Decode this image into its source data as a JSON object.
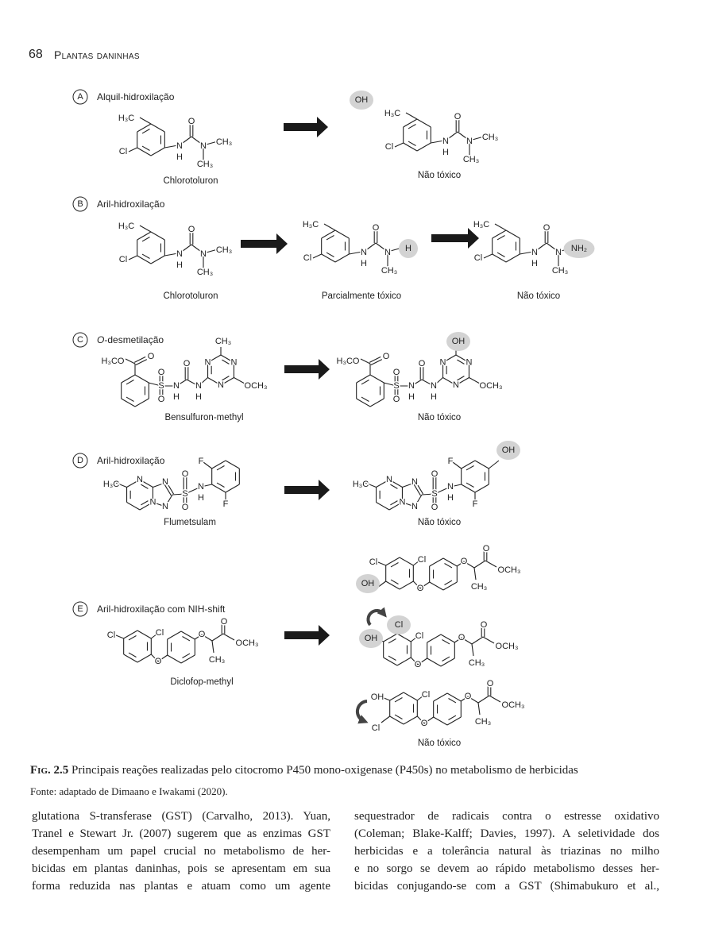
{
  "header": {
    "page_number": "68",
    "book_title": "Plantas daninhas"
  },
  "colors": {
    "highlight": "#d3d3d3",
    "ink": "#222222"
  },
  "figure": {
    "panels": [
      {
        "letter": "A",
        "title_prefix": "",
        "title": "Alquil-hidroxilação"
      },
      {
        "letter": "B",
        "title_prefix": "",
        "title": "Aril-hidroxilação"
      },
      {
        "letter": "C",
        "title_prefix": "O",
        "title": "-desmetilação"
      },
      {
        "letter": "D",
        "title_prefix": "",
        "title": "Aril-hidroxilação"
      },
      {
        "letter": "E",
        "title_prefix": "",
        "title": "Aril-hidroxilação com NIH-shift"
      }
    ],
    "molecules": {
      "A1": {
        "name": "Chlorotoluron",
        "labels": [
          "H₃C",
          "Cl",
          "N",
          "H",
          "O",
          "N",
          "CH₃",
          "CH₃"
        ],
        "highlight": []
      },
      "A2": {
        "name": "Não tóxico",
        "labels": [
          "H₃C",
          "Cl",
          "N",
          "H",
          "O",
          "N",
          "CH₃",
          "CH₃",
          "OH"
        ],
        "highlight": [
          8
        ]
      },
      "B1": {
        "name": "Chlorotoluron",
        "labels": [
          "H₃C",
          "Cl",
          "N",
          "H",
          "O",
          "N",
          "CH₃",
          "CH₃"
        ],
        "highlight": []
      },
      "B2": {
        "name": "Parcialmente tóxico",
        "labels": [
          "H₃C",
          "Cl",
          "N",
          "H",
          "O",
          "N",
          "H",
          "CH₃"
        ],
        "highlight": [
          6
        ]
      },
      "B3": {
        "name": "Não tóxico",
        "labels": [
          "H₃C",
          "Cl",
          "N",
          "H",
          "O",
          "N",
          "NH₂",
          "CH₃"
        ],
        "highlight": [
          6
        ]
      },
      "C1": {
        "name": "Bensulfuron-methyl",
        "labels": [
          "H₃CO",
          "O",
          "S",
          "O",
          "O",
          "N",
          "H",
          "O",
          "N",
          "H",
          "N",
          "N",
          "N",
          "CH₃",
          "OCH₃"
        ],
        "highlight": []
      },
      "C2": {
        "name": "Não tóxico",
        "labels": [
          "H₃CO",
          "O",
          "S",
          "O",
          "O",
          "N",
          "H",
          "O",
          "N",
          "H",
          "N",
          "N",
          "N",
          "OH",
          "OCH₃"
        ],
        "highlight": [
          13
        ]
      },
      "D1": {
        "name": "Flumetsulam",
        "labels": [
          "H₃C",
          "N",
          "N",
          "N",
          "N",
          "S",
          "O",
          "O",
          "N",
          "H",
          "F",
          "F"
        ],
        "highlight": []
      },
      "D2": {
        "name": "Não tóxico",
        "labels": [
          "H₃C",
          "N",
          "N",
          "N",
          "N",
          "S",
          "O",
          "O",
          "N",
          "H",
          "F",
          "F",
          "OH"
        ],
        "highlight": [
          12
        ]
      },
      "E1": {
        "name": "Diclofop-methyl",
        "labels": [
          "Cl",
          "Cl",
          "O",
          "O",
          "CH₃",
          "O",
          "OCH₃"
        ],
        "highlight": []
      },
      "E2": {
        "name": "",
        "labels": [
          "Cl",
          "Cl",
          "O",
          "O",
          "CH₃",
          "O",
          "OCH₃",
          "OH"
        ],
        "highlight": [
          7
        ]
      },
      "E3": {
        "name": "",
        "labels": [
          "OH",
          "Cl",
          "O",
          "O",
          "CH₃",
          "O",
          "OCH₃",
          "Cl"
        ],
        "highlight": [
          0,
          7
        ]
      },
      "E4": {
        "name": "Não tóxico",
        "labels": [
          "OH",
          "Cl",
          "O",
          "O",
          "CH₃",
          "O",
          "OCH₃",
          "Cl"
        ],
        "highlight": []
      }
    }
  },
  "caption": {
    "label": "Fig. 2.5",
    "text": " Principais reações realizadas pelo citocromo P450 mono-oxigenase (P450s) no metabolismo de herbicidas",
    "source": "Fonte: adaptado de Dimaano e Iwakami (2020)."
  },
  "body": {
    "left_lines": [
      "glutationa S-transferase (GST) (Carvalho, 2013). Yuan,",
      "Tranel e Stewart Jr. (2007) sugerem que as enzimas GST",
      "desempenham um papel crucial no metabolismo de her-",
      "bicidas em plantas daninhas, pois se apresentam em sua",
      "forma reduzida nas plantas e atuam como um agente"
    ],
    "right_lines": [
      "sequestrador de radicais contra o estresse oxidativo",
      "(Coleman; Blake-Kalff; Davies, 1997). A seletividade dos",
      "herbicidas e a tolerância natural às triazinas no milho",
      "e no sorgo se devem ao rápido metabolismo desses her-",
      "bicidas conjugando-se com a GST (Shimabukuro et al.,"
    ]
  }
}
